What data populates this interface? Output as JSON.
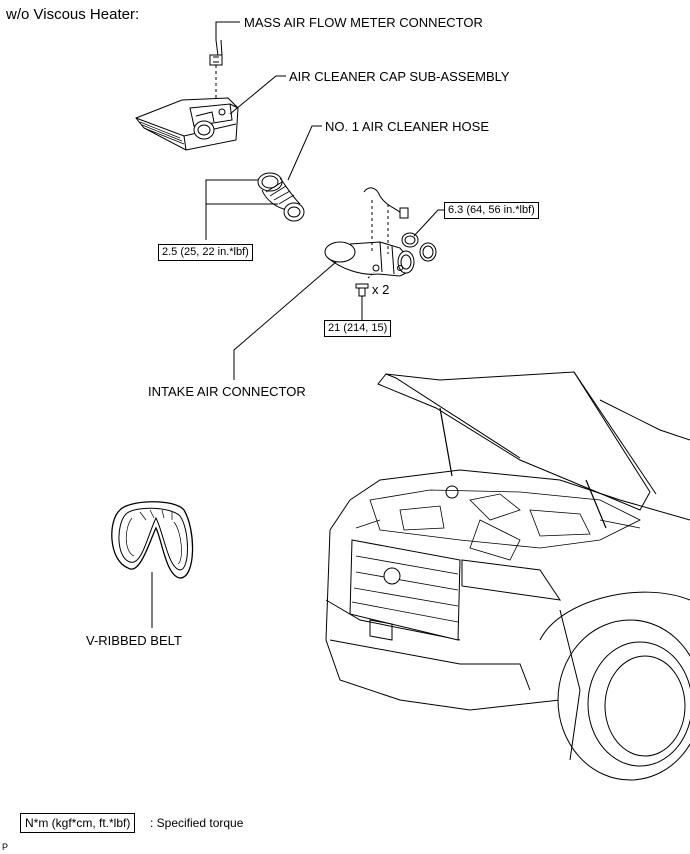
{
  "heading": "w/o Viscous Heater:",
  "labels": {
    "maf_connector": "MASS AIR FLOW METER CONNECTOR",
    "air_cleaner_cap": "AIR CLEANER CAP SUB-ASSEMBLY",
    "air_cleaner_hose": "NO. 1 AIR CLEANER HOSE",
    "intake_air_connector": "INTAKE AIR CONNECTOR",
    "v_ribbed_belt": "V-RIBBED BELT",
    "bolt_count": "x 2"
  },
  "torques": {
    "hose_clamp": "2.5 (25, 22 in.*lbf)",
    "connector_clamp": "6.3 (64, 56 in.*lbf)",
    "bolt": "21 (214, 15)"
  },
  "legend": {
    "unit_box": "N*m (kgf*cm, ft.*lbf)",
    "description": ": Specified torque"
  },
  "corner_mark": "P"
}
